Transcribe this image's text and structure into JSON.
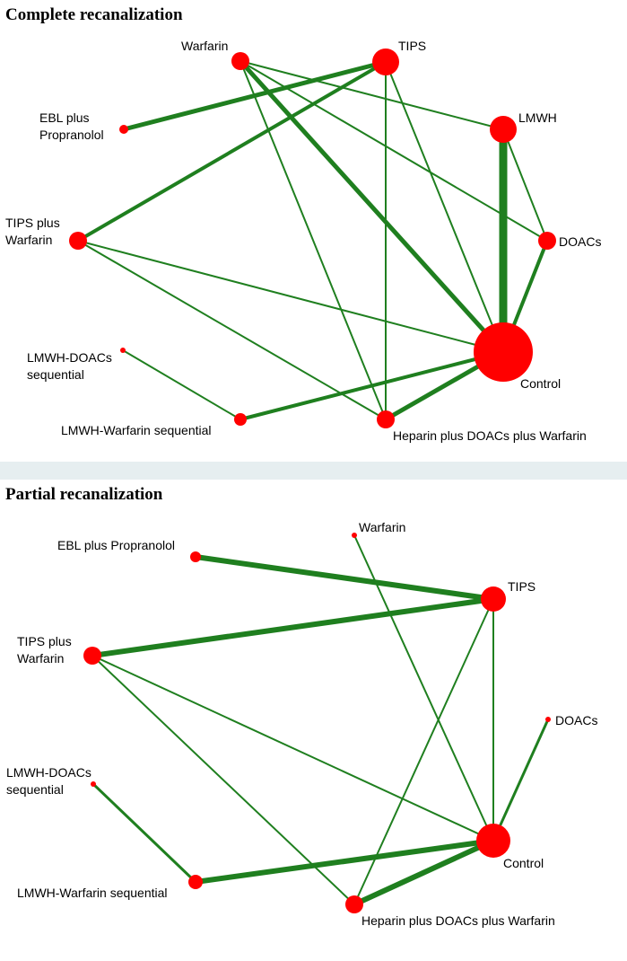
{
  "colors": {
    "edge": "#1f7f1f",
    "node": "#ff0000",
    "divider": "#e6eef0"
  },
  "diagrams": [
    {
      "title": "Complete recanalization",
      "nodes": [
        {
          "id": "warfarin",
          "label": [
            "Warfarin"
          ]
        },
        {
          "id": "tips",
          "label": [
            "TIPS"
          ]
        },
        {
          "id": "ebl",
          "label": [
            "EBL plus",
            "Propranolol"
          ]
        },
        {
          "id": "lmwh",
          "label": [
            "LMWH"
          ]
        },
        {
          "id": "tipsw",
          "label": [
            "TIPS plus",
            "Warfarin"
          ]
        },
        {
          "id": "doacs",
          "label": [
            "DOACs"
          ]
        },
        {
          "id": "lmwhdoacs",
          "label": [
            "LMWH-DOACs",
            "sequential"
          ]
        },
        {
          "id": "control",
          "label": [
            "Control"
          ]
        },
        {
          "id": "lmwhwarf",
          "label": [
            "LMWH-Warfarin sequential"
          ]
        },
        {
          "id": "hdw",
          "label": [
            "Heparin plus DOACs plus Warfarin"
          ]
        }
      ],
      "edges": [
        {
          "from": "warfarin",
          "to": "lmwh"
        },
        {
          "from": "warfarin",
          "to": "doacs"
        },
        {
          "from": "warfarin",
          "to": "control"
        },
        {
          "from": "warfarin",
          "to": "hdw"
        },
        {
          "from": "tips",
          "to": "ebl"
        },
        {
          "from": "tips",
          "to": "tipsw"
        },
        {
          "from": "tips",
          "to": "hdw"
        },
        {
          "from": "tips",
          "to": "control"
        },
        {
          "from": "lmwh",
          "to": "control"
        },
        {
          "from": "lmwh",
          "to": "doacs"
        },
        {
          "from": "doacs",
          "to": "control"
        },
        {
          "from": "tipsw",
          "to": "control"
        },
        {
          "from": "tipsw",
          "to": "hdw"
        },
        {
          "from": "lmwhdoacs",
          "to": "lmwhwarf"
        },
        {
          "from": "lmwhwarf",
          "to": "control"
        },
        {
          "from": "hdw",
          "to": "control"
        }
      ]
    },
    {
      "title": "Partial recanalization",
      "nodes": [
        {
          "id": "warfarin",
          "label": [
            "Warfarin"
          ]
        },
        {
          "id": "ebl",
          "label": [
            "EBL plus Propranolol"
          ]
        },
        {
          "id": "tips",
          "label": [
            "TIPS"
          ]
        },
        {
          "id": "tipsw",
          "label": [
            "TIPS plus",
            "Warfarin"
          ]
        },
        {
          "id": "doacs",
          "label": [
            "DOACs"
          ]
        },
        {
          "id": "lmwhdoacs",
          "label": [
            "LMWH-DOACs",
            "sequential"
          ]
        },
        {
          "id": "control",
          "label": [
            "Control"
          ]
        },
        {
          "id": "lmwhwarf",
          "label": [
            "LMWH-Warfarin sequential"
          ]
        },
        {
          "id": "hdw",
          "label": [
            "Heparin plus DOACs plus Warfarin"
          ]
        }
      ],
      "edges": [
        {
          "from": "ebl",
          "to": "tips"
        },
        {
          "from": "tipsw",
          "to": "tips"
        },
        {
          "from": "warfarin",
          "to": "control"
        },
        {
          "from": "tips",
          "to": "control"
        },
        {
          "from": "tips",
          "to": "hdw"
        },
        {
          "from": "tipsw",
          "to": "control"
        },
        {
          "from": "tipsw",
          "to": "hdw"
        },
        {
          "from": "doacs",
          "to": "control"
        },
        {
          "from": "lmwhdoacs",
          "to": "lmwhwarf"
        },
        {
          "from": "lmwhwarf",
          "to": "control"
        },
        {
          "from": "hdw",
          "to": "control"
        }
      ]
    }
  ]
}
